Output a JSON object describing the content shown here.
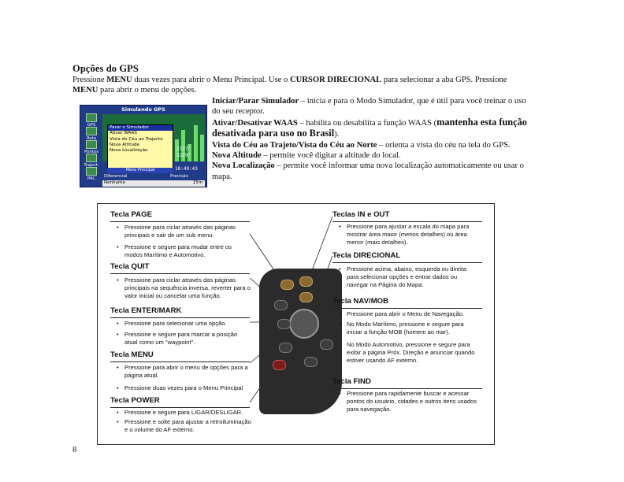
{
  "section": {
    "title": "Opções do GPS"
  },
  "intro": {
    "t1": "Pressione ",
    "k1": "MENU",
    "t2": " duas vezes para abrir o Menu Principal. Use o ",
    "k2": "CURSOR DIRECIONAL",
    "t3": " para selecionar a aba GPS. Pressione ",
    "k3": "MENU",
    "t4": " para abrir o menu de opções."
  },
  "options": [
    {
      "name": "Iniciar/Parar Simulador",
      "desc": " – inicia e para o Modo Simulador, que é útil para você treinar o uso do seu receptor."
    },
    {
      "name": "Ativar/Desativar WAAS",
      "desc": " – habilita ou desabilita a função WAAS (",
      "big": "mantenha esta função desativada para uso no Brasil",
      "end": ")."
    },
    {
      "name": "Vista do Céu ao Trajeto/Vista do Céu ao Norte",
      "desc": " – orienta a vista do céu na tela do GPS."
    },
    {
      "name": "Nova Altitude",
      "desc": " – permite você digitar a altitude do local."
    },
    {
      "name": "Nova Localização",
      "desc": " – permite você informar uma nova localização automaticamente ou usar o mapa."
    }
  ],
  "screen": {
    "title": "Simulando GPS",
    "tabs": [
      "GPS",
      "Rota",
      "Pontos",
      "Traject.",
      "PAC"
    ],
    "menu_items": [
      "Parar o Simulador",
      "Ativar WAAS",
      "Vista do Céu ao Trajecto",
      "Nova Altitude",
      "Nova Localização"
    ],
    "menu_footer": "Menu Principal",
    "readout_a": "2727'",
    "readout_b": "3229'",
    "readout_c": "18:49:43",
    "label_left": "Diferencial",
    "label_right": "Precisão",
    "value_left": "Nenhuma",
    "value_right": "15m"
  },
  "diagram": {
    "keys_left": [
      {
        "title": "Tecla PAGE",
        "bullets": [
          "Pressione para ciclar através das páginas principais e sair de um sub menu.",
          "Pressione e segure para mudar entre os modos Marítimo e Automotivo."
        ]
      },
      {
        "title": "Tecla QUIT",
        "bullets": [
          "Pressione para ciclar através das páginas principais na sequência inversa, reverter para o valor inicial ou cancelar uma função."
        ]
      },
      {
        "title": "Tecla ENTER/MARK",
        "bullets": [
          "Pressione para selecionar uma opção.",
          "Pressione e segure para marcar a posição atual como um \"waypoint\"."
        ]
      },
      {
        "title": "Tecla MENU",
        "bullets": [
          "Pressione para abrir o menu de opções para a página atual.",
          "Pressione duas vezes para o Menu Principal"
        ]
      },
      {
        "title": "Tecla POWER",
        "bullets": [
          "Pressione e segure para LIGAR/DESLIGAR.",
          "Pressione e solte para ajustar a retroiluminação e o volume do AF externo."
        ]
      }
    ],
    "keys_right": [
      {
        "title": "Teclas IN e OUT",
        "bullets": [
          "Pressione para ajustar a escala do mapa para mostrar área maior (menos detalhes) ou área menor (mais detalhes)."
        ]
      },
      {
        "title": "Tecla DIRECIONAL",
        "bullets": [
          "Pressione acima, abaixo, esquerda ou direita para selecionar opções e entrar dados ou navegar na Página do Mapa."
        ]
      },
      {
        "title": "Tecla NAV/MOB",
        "bullets": [
          "Pressione para abrir o Menu de Navegação.",
          "No Modo Marítimo, pressione e segure para iniciar a função MOB (homem ao mar).",
          "No Modo Automotivo, pressione e segure para exibir a página Próx. Direção e anunciar quando estiver usando AF externo."
        ]
      },
      {
        "title": "Tecla FIND",
        "bullets": [
          "Pressione para rapidamente buscar e acessar pontos do usuário, cidades e outros itens usados para navegação."
        ]
      }
    ]
  },
  "page_number": "8"
}
